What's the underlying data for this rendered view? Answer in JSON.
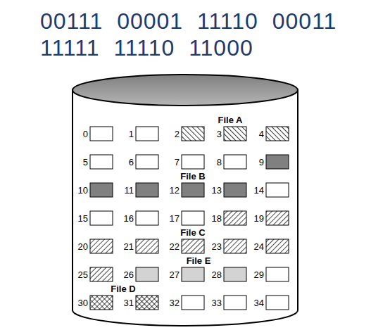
{
  "diagram": {
    "labels": [
      "00111 00001 11110 00011",
      "11111 11110 11000",
      "File A",
      "0",
      "1",
      "2",
      "3",
      "4",
      "5",
      "6",
      "7",
      "8",
      "9",
      "File B",
      "10",
      "11",
      "12",
      "13",
      "14",
      "15",
      "16",
      "17",
      "18",
      "19",
      "File C",
      "20",
      "21",
      "22",
      "23",
      "24",
      "File E",
      "25",
      "26",
      "27",
      "28",
      "29",
      "File D",
      "30",
      "31",
      "32",
      "33",
      "34"
    ]
  }
}
